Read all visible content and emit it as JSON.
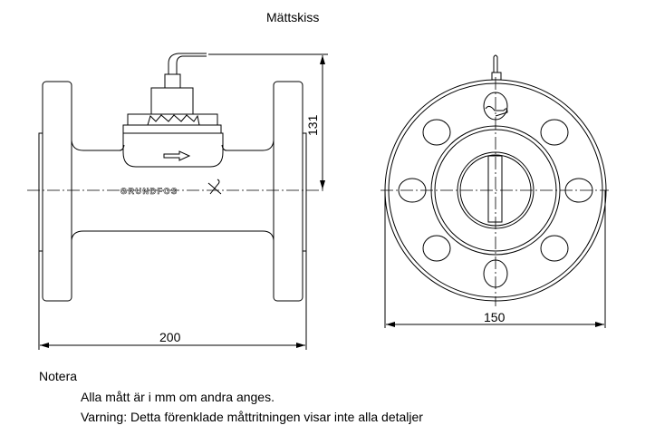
{
  "title": "Mättskiss",
  "drawing": {
    "brand_mark": "GRUNDFOS",
    "dimensions": {
      "length": "200",
      "height": "131",
      "flange_diameter": "150"
    }
  },
  "notes": {
    "heading": "Notera",
    "lines": [
      "Alla mått är i mm om andra anges.",
      "Varning: Detta förenklade måttritningen visar inte alla detaljer"
    ]
  }
}
